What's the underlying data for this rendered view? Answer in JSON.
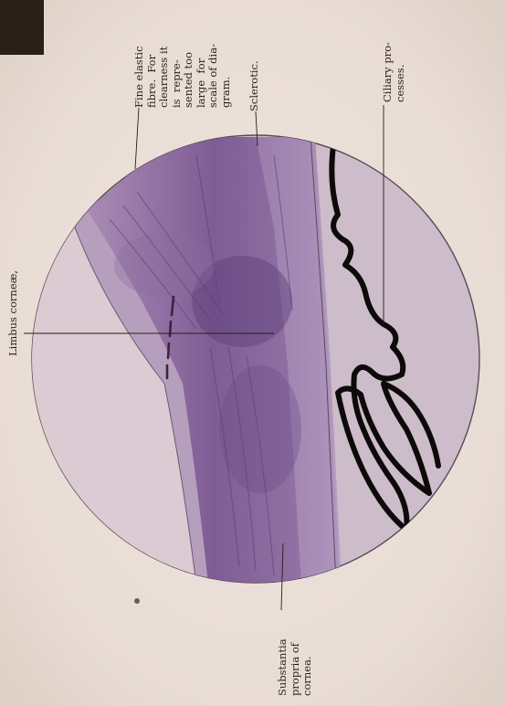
{
  "labels": {
    "limbus": "Limbus corneæ,",
    "fibre": "Fine elastic\nfibre.  For\nclearness it\nis  repre-\nsented too\nlarge  for\nscale of dia-\ngram.",
    "sclerotic": "Sclerotic.",
    "ciliary": "Ciliary pro-\ncesses.",
    "substantia": "Substantia\npropria of\ncornea."
  },
  "colors": {
    "paper": "#eee3dc",
    "tissue": "#8e6aa0",
    "stain_dark": "#5b3f78",
    "field": "#cbb9c6",
    "ink": "#2a1d18"
  }
}
